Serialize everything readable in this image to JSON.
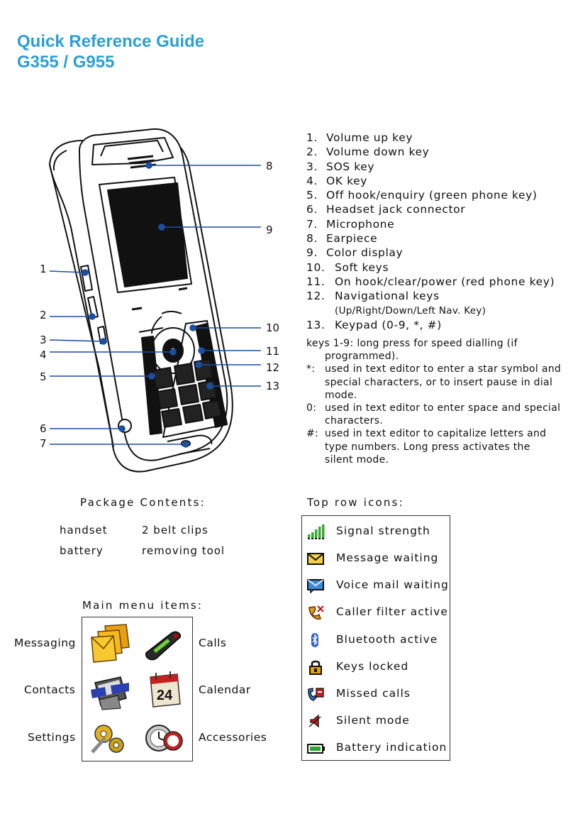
{
  "title": {
    "line1": "Quick Reference Guide",
    "line2": "G355 / G955"
  },
  "callouts": {
    "left": [
      "1",
      "2",
      "3",
      "4",
      "5",
      "6",
      "7"
    ],
    "right": [
      "8",
      "9",
      "10",
      "11",
      "12",
      "13"
    ]
  },
  "keys": [
    {
      "num": "1.",
      "label": "Volume up key"
    },
    {
      "num": "2.",
      "label": "Volume down key"
    },
    {
      "num": "3.",
      "label": "SOS key"
    },
    {
      "num": "4.",
      "label": "OK key"
    },
    {
      "num": "5.",
      "label": "Off hook/enquiry (green phone key)"
    },
    {
      "num": "6.",
      "label": "Headset jack connector"
    },
    {
      "num": "7.",
      "label": "Microphone"
    },
    {
      "num": "8.",
      "label": "Earpiece"
    },
    {
      "num": "9.",
      "label": "Color display"
    },
    {
      "num": "10.",
      "label": "Soft keys"
    },
    {
      "num": "11.",
      "label": "On hook/clear/power (red phone key)"
    },
    {
      "num": "12.",
      "label": "Navigational keys"
    },
    {
      "sub": "(Up/Right/Down/Left Nav. Key)"
    },
    {
      "num": "13.",
      "label": "Keypad (0-9, *, #)"
    }
  ],
  "key_notes": [
    {
      "key": "keys 1-9:",
      "text": "long press for speed dialling (if programmed)."
    },
    {
      "key": "*:",
      "text": "used in text editor to enter a star symbol and special characters, or to insert pause in dial mode."
    },
    {
      "key": "0:",
      "text": "used in text editor to enter space and special characters."
    },
    {
      "key": "#:",
      "text": "used in text editor to capitalize letters and type numbers. Long press activates the silent mode."
    }
  ],
  "package": {
    "heading": "Package Contents:",
    "items": [
      "handset",
      "2 belt clips",
      "battery",
      "removing tool"
    ]
  },
  "main_menu": {
    "heading": "Main menu items:",
    "items": [
      {
        "label": "Messaging",
        "icon": "envelopes-icon"
      },
      {
        "label": "Calls",
        "icon": "phone-handset-icon"
      },
      {
        "label": "Contacts",
        "icon": "phonebook-icon"
      },
      {
        "label": "Calendar",
        "icon": "calendar-icon"
      },
      {
        "label": "Settings",
        "icon": "gears-icon"
      },
      {
        "label": "Accessories",
        "icon": "clocks-icon"
      }
    ],
    "calendar_day": "24"
  },
  "top_icons": {
    "heading": "Top row icons:",
    "items": [
      {
        "label": "Signal strength",
        "icon": "signal-icon"
      },
      {
        "label": "Message waiting",
        "icon": "envelope-icon"
      },
      {
        "label": "Voice mail waiting",
        "icon": "voicemail-icon"
      },
      {
        "label": "Caller filter active",
        "icon": "caller-filter-icon"
      },
      {
        "label": "Bluetooth active",
        "icon": "bluetooth-icon"
      },
      {
        "label": "Keys locked",
        "icon": "lock-icon"
      },
      {
        "label": "Missed calls",
        "icon": "missed-calls-icon"
      },
      {
        "label": "Silent mode",
        "icon": "speaker-muted-icon"
      },
      {
        "label": "Battery indication",
        "icon": "battery-icon"
      }
    ]
  },
  "colors": {
    "title": "#2a9fd6",
    "callout_line": "#1c4fa0",
    "signal": "#3aa832",
    "battery": "#2fa82a"
  }
}
